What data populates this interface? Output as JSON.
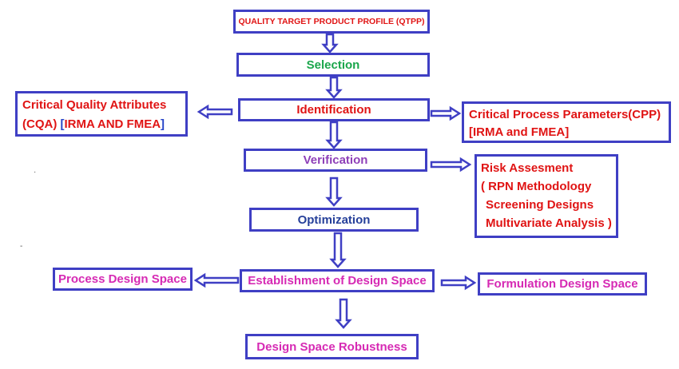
{
  "nodes": {
    "qtpp": "QUALITY TARGET PRODUCT PROFILE (QTPP)",
    "selection": "Selection",
    "identification": "Identification",
    "verification": "Verification",
    "optimization": "Optimization",
    "establishment": "Establishment of Design Space",
    "robustness": "Design Space Robustness",
    "cqa": {
      "line1": "Critical Quality Attributes",
      "line2_a": "(CQA) ",
      "line2_b": "[",
      "line2_c": "IRMA AND FMEA",
      "line2_d": "]"
    },
    "cpp": {
      "line1": "Critical Process Parameters(CPP)",
      "line2": "[IRMA and FMEA]"
    },
    "risk": {
      "line1": "Risk Assesment",
      "line2_a": "( ",
      "line2_b": "RPN Methodology",
      "line3": "Screening Designs",
      "line4_a": "Multivariate Analysis",
      "line4_b": " )"
    },
    "process_space": "Process Design Space",
    "formulation_space": "Formulation Design Space"
  },
  "colors": {
    "border": "#3f3fc4",
    "arrow": "#3f3fc4",
    "red": "#e01414",
    "green": "#1aa64b",
    "purple": "#8e3fb8",
    "navy": "#26409a",
    "magenta": "#d62ab4"
  }
}
